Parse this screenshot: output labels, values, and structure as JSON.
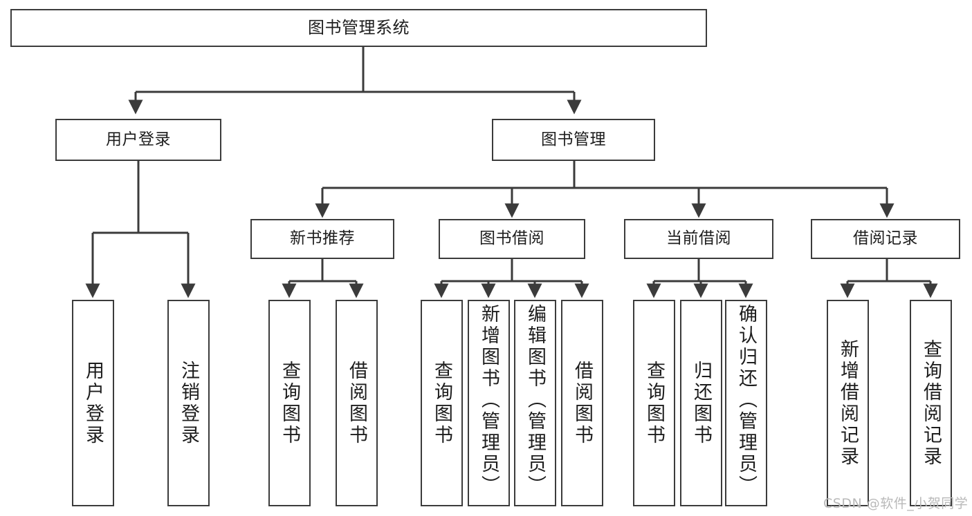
{
  "diagram": {
    "title": "图书管理系统",
    "type": "hierarchy-tree",
    "colors": {
      "background": "#ffffff",
      "stroke": "#3b3b3b",
      "text": "#1d1d1d",
      "watermark": "#b9b9b9"
    },
    "root": {
      "label": "图书管理系统"
    },
    "level2": [
      {
        "label": "用户登录"
      },
      {
        "label": "图书管理"
      }
    ],
    "level3": [
      {
        "label": "新书推荐"
      },
      {
        "label": "图书借阅"
      },
      {
        "label": "当前借阅"
      },
      {
        "label": "借阅记录"
      }
    ],
    "leaves": {
      "user_login": [
        {
          "label": "用户登录"
        },
        {
          "label": "注销登录"
        }
      ],
      "new_book_recommend": [
        {
          "label": "查询图书"
        },
        {
          "label": "借阅图书"
        }
      ],
      "book_borrow": [
        {
          "label": "查询图书"
        },
        {
          "label": "新增图书（管理员）"
        },
        {
          "label": "编辑图书（管理员）"
        },
        {
          "label": "借阅图书"
        }
      ],
      "current_borrow": [
        {
          "label": "查询图书"
        },
        {
          "label": "归还图书"
        },
        {
          "label": "确认归还（管理员）"
        }
      ],
      "borrow_record": [
        {
          "label": "新增借阅记录"
        },
        {
          "label": "查询借阅记录"
        }
      ]
    },
    "watermark": "CSDN @软件_小贺同学"
  }
}
